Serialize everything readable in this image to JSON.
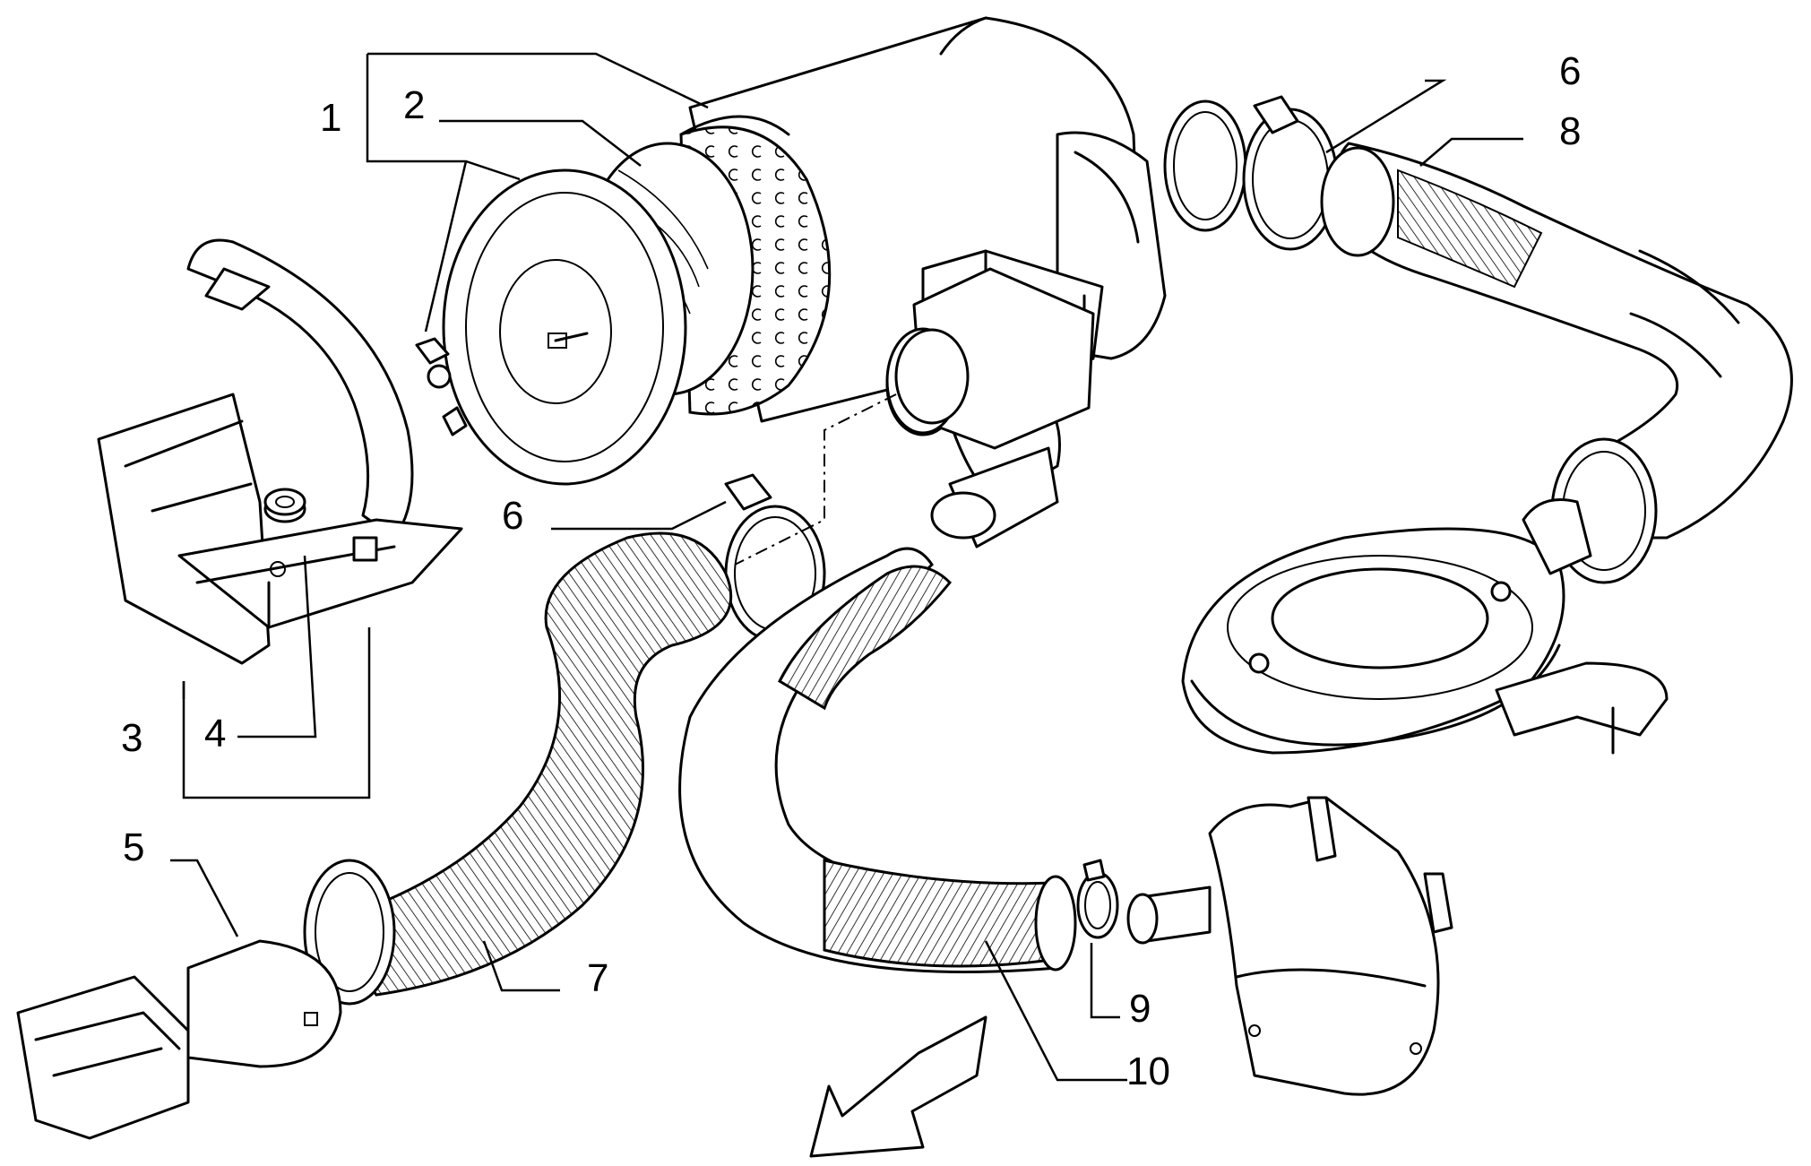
{
  "callouts": [
    {
      "id": "1",
      "label": "1"
    },
    {
      "id": "2",
      "label": "2"
    },
    {
      "id": "3",
      "label": "3"
    },
    {
      "id": "4",
      "label": "4"
    },
    {
      "id": "5",
      "label": "5"
    },
    {
      "id": "6a",
      "label": "6"
    },
    {
      "id": "6b",
      "label": "6"
    },
    {
      "id": "7",
      "label": "7"
    },
    {
      "id": "8",
      "label": "8"
    },
    {
      "id": "9",
      "label": "9"
    },
    {
      "id": "10",
      "label": "10"
    }
  ],
  "icons": {
    "direction_arrow": "direction-arrow-icon"
  }
}
